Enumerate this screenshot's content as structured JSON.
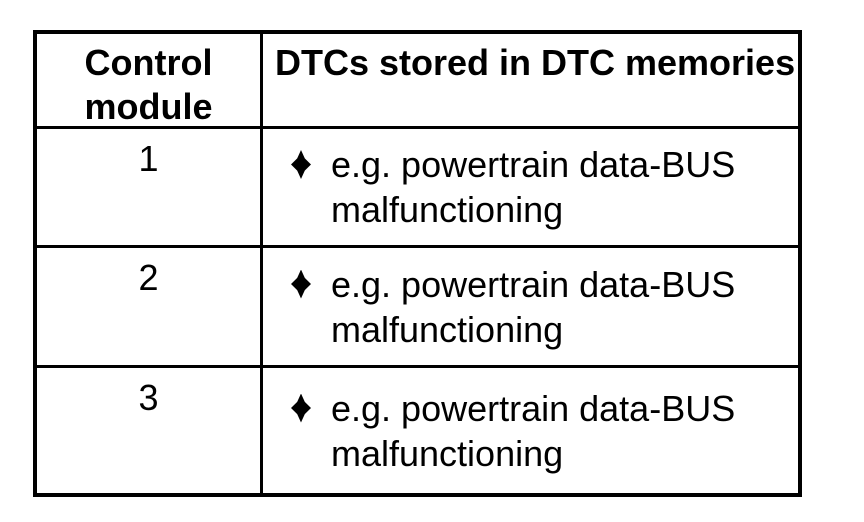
{
  "table": {
    "header": {
      "col1": "Control module",
      "col2": "DTCs stored in DTC memories:"
    },
    "rows": [
      {
        "module": "1",
        "bullet_icon": "diamond-bullet",
        "dtc_lines": [
          "e.g. powertrain data-BUS",
          "malfunctioning"
        ]
      },
      {
        "module": "2",
        "bullet_icon": "diamond-bullet",
        "dtc_lines": [
          "e.g. powertrain data-BUS",
          "malfunctioning"
        ]
      },
      {
        "module": "3",
        "bullet_icon": "diamond-bullet",
        "dtc_lines": [
          "e.g. powertrain data-BUS",
          "malfunctioning"
        ]
      }
    ]
  },
  "colors": {
    "border": "#000000",
    "text": "#000000",
    "background": "#ffffff"
  }
}
